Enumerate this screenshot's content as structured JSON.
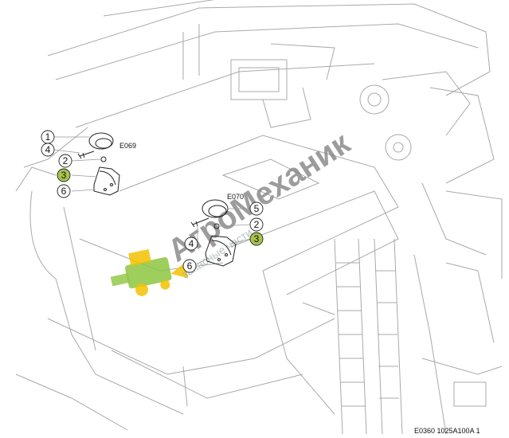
{
  "diagram": {
    "groups": [
      {
        "label": "E069",
        "callouts": [
          {
            "num": "1",
            "highlighted": false
          },
          {
            "num": "4",
            "highlighted": false
          },
          {
            "num": "2",
            "highlighted": false
          },
          {
            "num": "3",
            "highlighted": true
          },
          {
            "num": "6",
            "highlighted": false
          }
        ]
      },
      {
        "label": "E070",
        "callouts": [
          {
            "num": "5",
            "highlighted": false
          },
          {
            "num": "2",
            "highlighted": false
          },
          {
            "num": "3",
            "highlighted": true
          },
          {
            "num": "4",
            "highlighted": false
          },
          {
            "num": "6",
            "highlighted": false
          }
        ]
      }
    ],
    "footer_code": "E0360 1025A100A 1"
  },
  "watermark": {
    "brand": "АгроМеханик",
    "tagline": "запасные части"
  },
  "colors": {
    "highlight": "#a8c44a",
    "line": "#9a9a9a",
    "watermark_green": "#8dc63f",
    "watermark_gray": "#7c7c7c"
  }
}
